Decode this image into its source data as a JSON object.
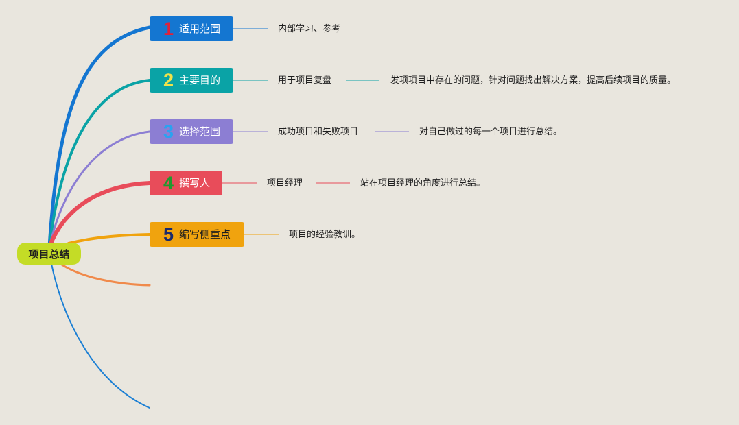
{
  "root": {
    "label": "项目总结",
    "color": "#c4dc26"
  },
  "branches": [
    {
      "number": "1",
      "number_color": "#e0213a",
      "label": "适用范围",
      "color": "#1476d1",
      "children": [
        "内部学习、参考"
      ]
    },
    {
      "number": "2",
      "number_color": "#f1e24a",
      "label": "主要目的",
      "color": "#0aa3a6",
      "children": [
        "用于项目复盘",
        "发项项目中存在的问题，针对问题找出解决方案，提高后续项目的质量。"
      ]
    },
    {
      "number": "3",
      "number_color": "#2aa2f0",
      "label": "选择范围",
      "color": "#8c7ed3",
      "children": [
        "成功项目和失败项目",
        "对自己做过的每一个项目进行总结。"
      ]
    },
    {
      "number": "4",
      "number_color": "#1e9a2e",
      "label": "撰写人",
      "color": "#e84c5a",
      "children": [
        "项目经理",
        "站在项目经理的角度进行总结。"
      ]
    },
    {
      "number": "5",
      "number_color": "#1b2a6b",
      "label": "编写侧重点",
      "color": "#f0a30e",
      "children": [
        "项目的经验教训。"
      ]
    }
  ],
  "empty_branch_colors": [
    "#f08a4b",
    "#1b7fd4"
  ]
}
